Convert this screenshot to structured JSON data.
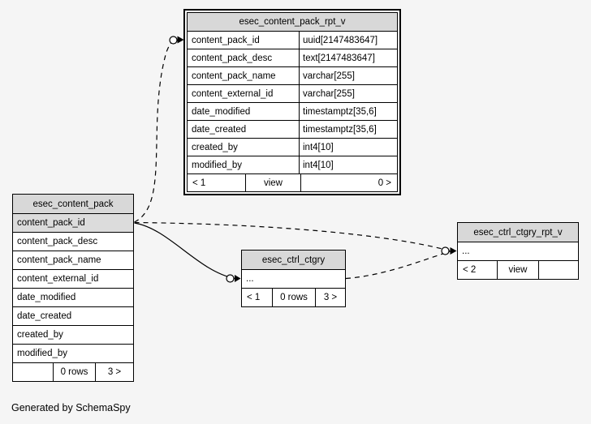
{
  "page": {
    "caption": "Generated by SchemaSpy"
  },
  "colors": {
    "page_bg": "#f5f5f5",
    "header_bg": "#d8d8d8",
    "pk_bg": "#dcdcdc"
  },
  "tables": {
    "content_pack_rpt": {
      "title": "esec_content_pack_rpt_v",
      "columns": [
        {
          "name": "content_pack_id",
          "type": "uuid[2147483647]"
        },
        {
          "name": "content_pack_desc",
          "type": "text[2147483647]"
        },
        {
          "name": "content_pack_name",
          "type": "varchar[255]"
        },
        {
          "name": "content_external_id",
          "type": "varchar[255]"
        },
        {
          "name": "date_modified",
          "type": "timestamptz[35,6]"
        },
        {
          "name": "date_created",
          "type": "timestamptz[35,6]"
        },
        {
          "name": "created_by",
          "type": "int4[10]"
        },
        {
          "name": "modified_by",
          "type": "int4[10]"
        }
      ],
      "footer": {
        "left": "< 1",
        "center": "view",
        "right": "0 >"
      }
    },
    "content_pack": {
      "title": "esec_content_pack",
      "columns": [
        "content_pack_id",
        "content_pack_desc",
        "content_pack_name",
        "content_external_id",
        "date_modified",
        "date_created",
        "created_by",
        "modified_by"
      ],
      "footer": {
        "left": "",
        "center": "0 rows",
        "right": "3 >"
      }
    },
    "ctrl_ctgry": {
      "title": "esec_ctrl_ctgry",
      "ellipsis": "...",
      "footer": {
        "left": "< 1",
        "center": "0 rows",
        "right": "3 >"
      }
    },
    "ctrl_ctgry_rpt": {
      "title": "esec_ctrl_ctgry_rpt_v",
      "ellipsis": "...",
      "footer": {
        "left": "< 2",
        "center": "view",
        "right": ""
      }
    }
  },
  "relationships": [
    {
      "from": "esec_content_pack.content_pack_id",
      "to": "esec_content_pack_rpt_v.content_pack_id",
      "style": "dashed"
    },
    {
      "from": "esec_content_pack.content_pack_id",
      "to": "esec_ctrl_ctgry",
      "style": "solid"
    },
    {
      "from": "esec_content_pack.content_pack_id",
      "to": "esec_ctrl_ctgry_rpt_v",
      "style": "dashed"
    },
    {
      "from": "esec_ctrl_ctgry",
      "to": "esec_ctrl_ctgry_rpt_v",
      "style": "dashed"
    }
  ]
}
